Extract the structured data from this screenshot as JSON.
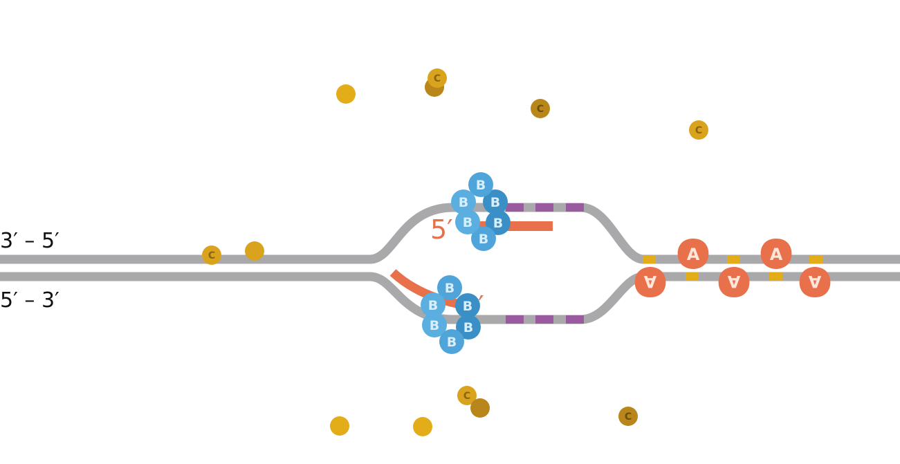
{
  "labels": {
    "top_strand": "3′ – 5′",
    "bottom_strand": "5′ – 3′",
    "top_primer_end": "5′",
    "bottom_primer_end": "5′"
  },
  "proteins": {
    "b_letter": "B",
    "a_letter": "A",
    "c_letter": "C"
  },
  "colors": {
    "strand": "#a9a9ab",
    "primer": "#e8704a",
    "protein_a": "#e8704a",
    "protein_b_light": "#5aaee0",
    "protein_b_dark": "#3b8fc7",
    "nucleotide": "#d9a31e",
    "nucleotide_dark": "#b8861a",
    "segment_purple": "#9a5aa0",
    "segment_yellow": "#e3ad1a"
  }
}
